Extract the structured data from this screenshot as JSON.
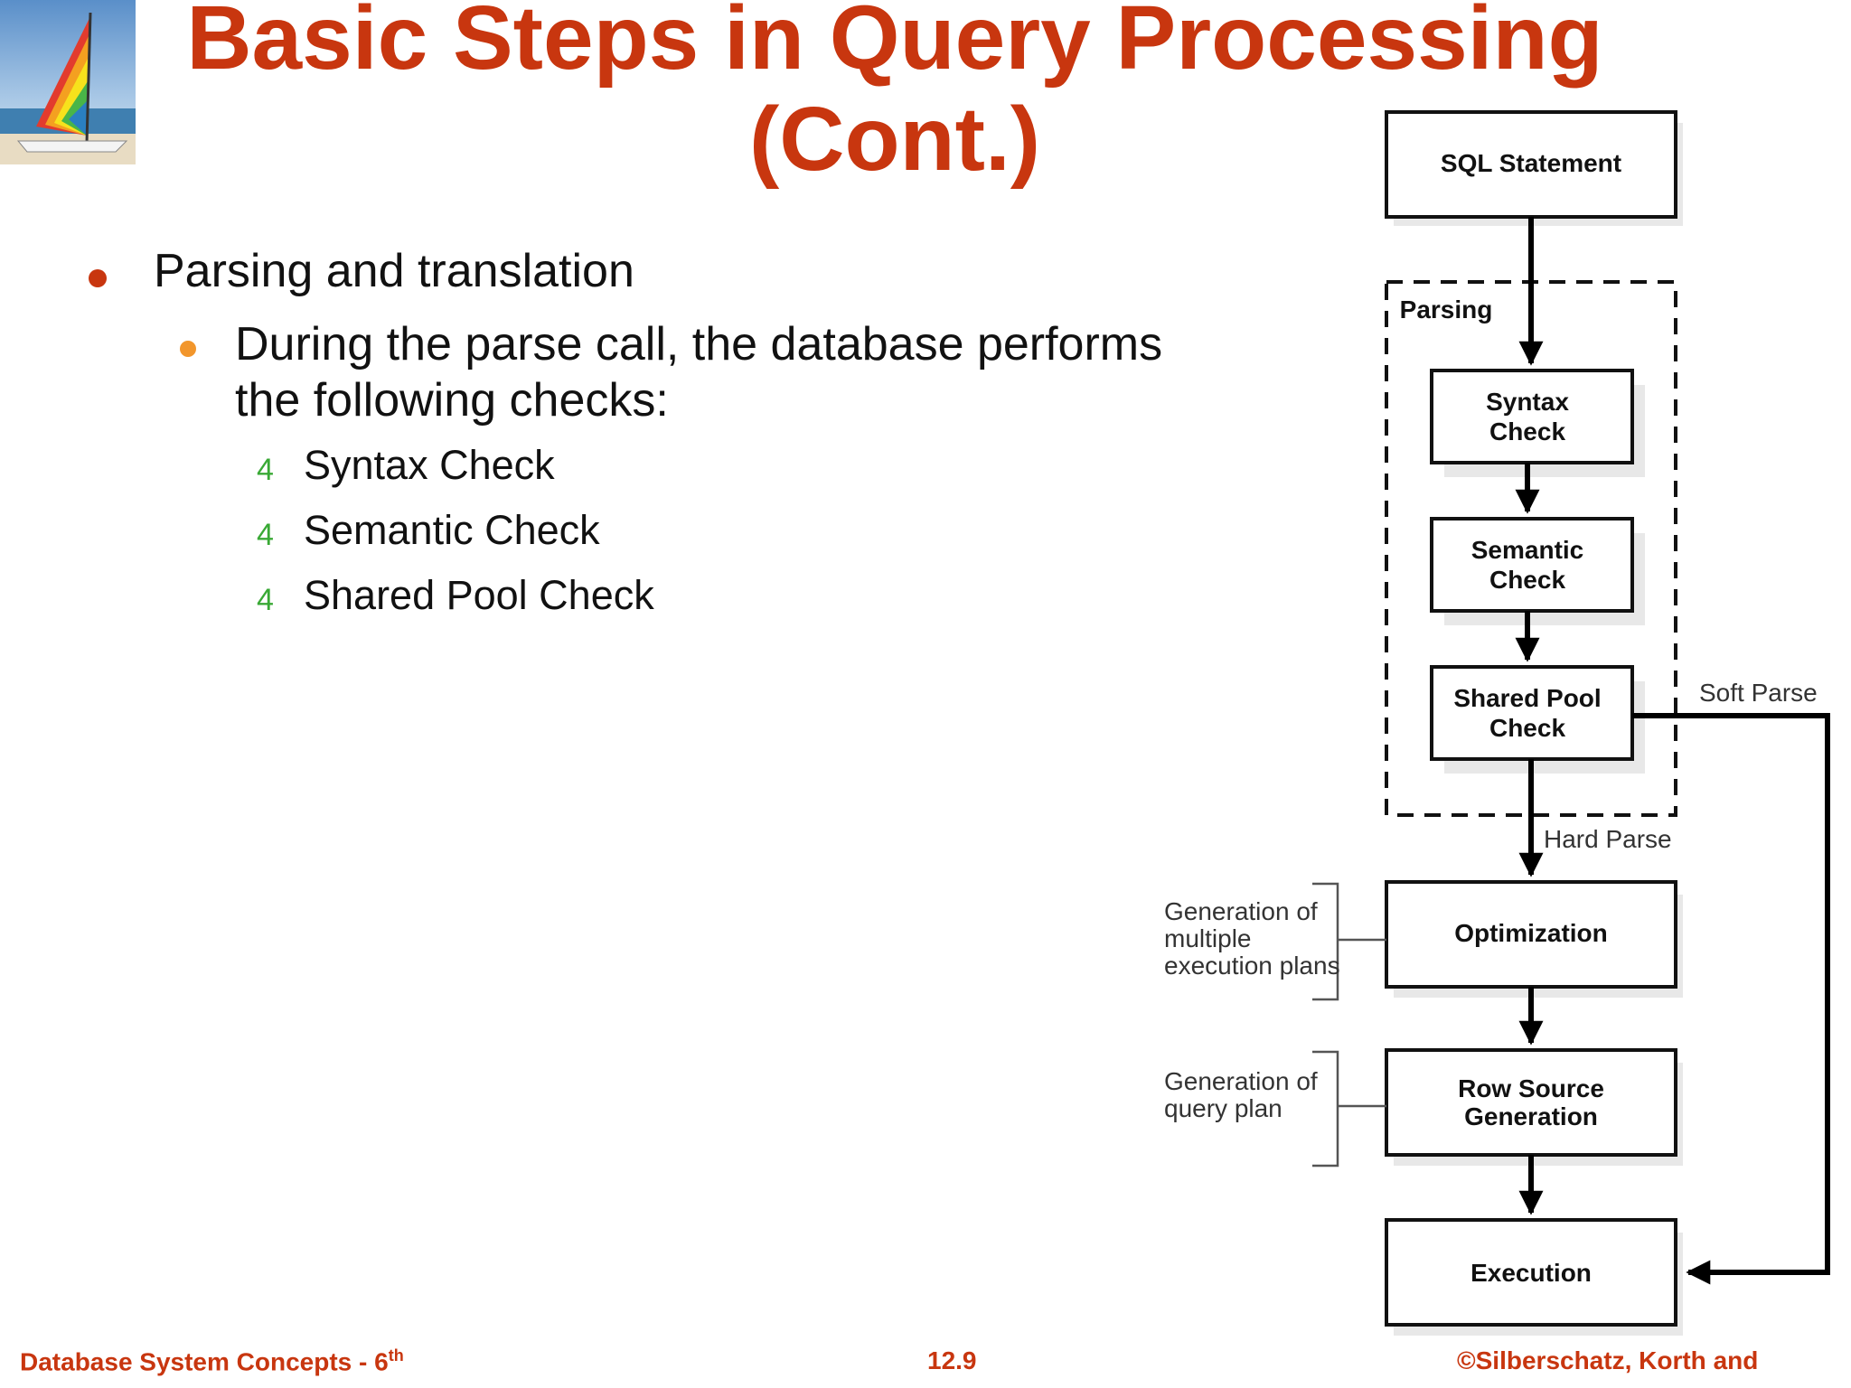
{
  "slide": {
    "title_line1": "Basic Steps in Query Processing",
    "title_line2": "(Cont.)",
    "bullet1": "Parsing and translation",
    "bullet2_line1": "During the parse call, the database performs",
    "bullet2_line2": "the following checks:",
    "sub_marker": "4",
    "checks": [
      "Syntax Check",
      "Semantic Check",
      "Shared Pool Check"
    ]
  },
  "diagram": {
    "sql_statement": "SQL Statement",
    "parsing": "Parsing",
    "syntax_l1": "Syntax",
    "syntax_l2": "Check",
    "semantic_l1": "Semantic",
    "semantic_l2": "Check",
    "shared_l1": "Shared Pool",
    "shared_l2": "Check",
    "soft_parse": "Soft Parse",
    "hard_parse": "Hard Parse",
    "optimization": "Optimization",
    "rowsource_l1": "Row Source",
    "rowsource_l2": "Generation",
    "execution": "Execution",
    "gen_multi_l1": "Generation of",
    "gen_multi_l2": "multiple",
    "gen_multi_l3": "execution plans",
    "gen_query_l1": "Generation of",
    "gen_query_l2": "query plan"
  },
  "footer": {
    "left": "Database System Concepts - 6",
    "left_sup": "th",
    "center": "12.9",
    "right": "©Silberschatz, Korth and"
  },
  "colors": {
    "title": "#c8360f",
    "bullet1": "#c8360f",
    "bullet2": "#f2962c",
    "sub_marker": "#39a935"
  }
}
